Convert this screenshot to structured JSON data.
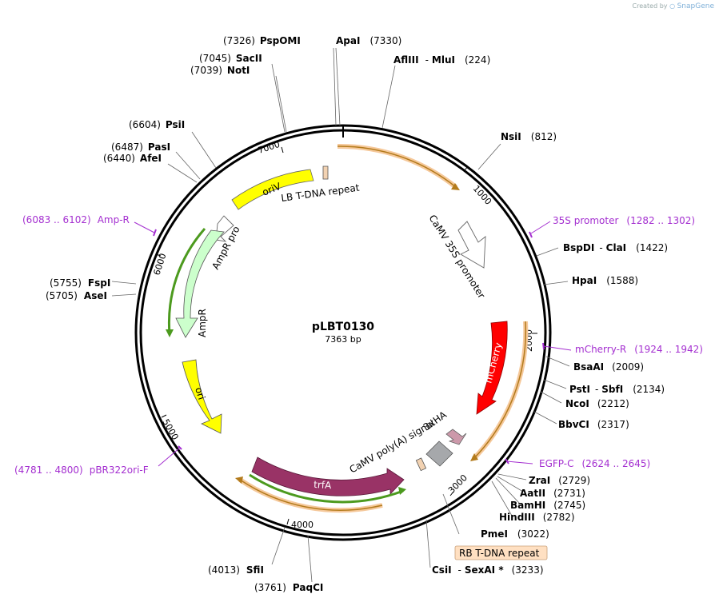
{
  "branding": {
    "created_by": "Created by",
    "app": "SnapGene"
  },
  "plasmid": {
    "name": "pLBT0130",
    "size": "7363 bp"
  },
  "ticks": [
    "1000",
    "2000",
    "3000",
    "4000",
    "5000",
    "6000",
    "7000"
  ],
  "features": {
    "oriV": "oriV",
    "lb": "LB T-DNA repeat",
    "camv35s": "CaMV 35S promoter",
    "ampr_promoter": "AmpR promoter",
    "ampr": "AmpR",
    "mcherry": "mCherry",
    "ori": "ori",
    "ha": "3xHA",
    "polya": "CaMV poly(A) signal",
    "trfa": "trfA",
    "rb": "RB T-DNA repeat"
  },
  "sites": {
    "pspomi": {
      "name": "PspOMI",
      "pos": "(7326)"
    },
    "apai": {
      "name": "ApaI",
      "pos": "(7330)"
    },
    "afliii_mlui": {
      "name": "AflIII",
      "sep": "-",
      "name2": "MluI",
      "pos": "(224)"
    },
    "sacii": {
      "name": "SacII",
      "pos": "(7045)"
    },
    "noti": {
      "name": "NotI",
      "pos": "(7039)"
    },
    "nsii": {
      "name": "NsiI",
      "pos": "(812)"
    },
    "psii": {
      "name": "PsiI",
      "pos": "(6604)"
    },
    "pasi": {
      "name": "PasI",
      "pos": "(6487)"
    },
    "afei": {
      "name": "AfeI",
      "pos": "(6440)"
    },
    "bspdi_clai": {
      "name": "BspDI",
      "sep": "-",
      "name2": "ClaI",
      "pos": "(1422)"
    },
    "hpai": {
      "name": "HpaI",
      "pos": "(1588)"
    },
    "fspi": {
      "name": "FspI",
      "pos": "(5755)"
    },
    "asei": {
      "name": "AseI",
      "pos": "(5705)"
    },
    "bsaai": {
      "name": "BsaAI",
      "pos": "(2009)"
    },
    "psti_sbfi": {
      "name": "PstI",
      "sep": "-",
      "name2": "SbfI",
      "pos": "(2134)"
    },
    "ncoi": {
      "name": "NcoI",
      "pos": "(2212)"
    },
    "bbvci": {
      "name": "BbvCI",
      "pos": "(2317)"
    },
    "zrai": {
      "name": "ZraI",
      "pos": "(2729)"
    },
    "aatii": {
      "name": "AatII",
      "pos": "(2731)"
    },
    "bamhi": {
      "name": "BamHI",
      "pos": "(2745)"
    },
    "hindiii": {
      "name": "HindIII",
      "pos": "(2782)"
    },
    "pmei": {
      "name": "PmeI",
      "pos": "(3022)"
    },
    "csii_sexai": {
      "name": "CsiI",
      "sep": "-",
      "name2": "SexAI *",
      "pos": "(3233)"
    },
    "sfii": {
      "name": "SfiI",
      "pos": "(4013)"
    },
    "paqci": {
      "name": "PaqCI",
      "pos": "(3761)"
    }
  },
  "primers": {
    "ampr_r": {
      "name": "Amp-R",
      "range": "(6083 .. 6102)"
    },
    "p35s": {
      "name": "35S promoter",
      "range": "(1282 .. 1302)"
    },
    "mcherry_r": {
      "name": "mCherry-R",
      "range": "(1924 .. 1942)"
    },
    "egfp_c": {
      "name": "EGFP-C",
      "range": "(2624 .. 2645)"
    },
    "pbr322": {
      "name": "pBR322ori-F",
      "range": "(4781 .. 4800)"
    }
  },
  "colors": {
    "oriV": "#ffff00",
    "ori": "#ffff00",
    "ampr": "#ccffcc",
    "mcherry": "#ff0000",
    "trfa": "#993366",
    "ha": "#cc99aa",
    "polya": "#a6a8ab",
    "rb_box": "#ffe0c2",
    "orf": "#e8a23a",
    "primer": "#a42fd0"
  }
}
